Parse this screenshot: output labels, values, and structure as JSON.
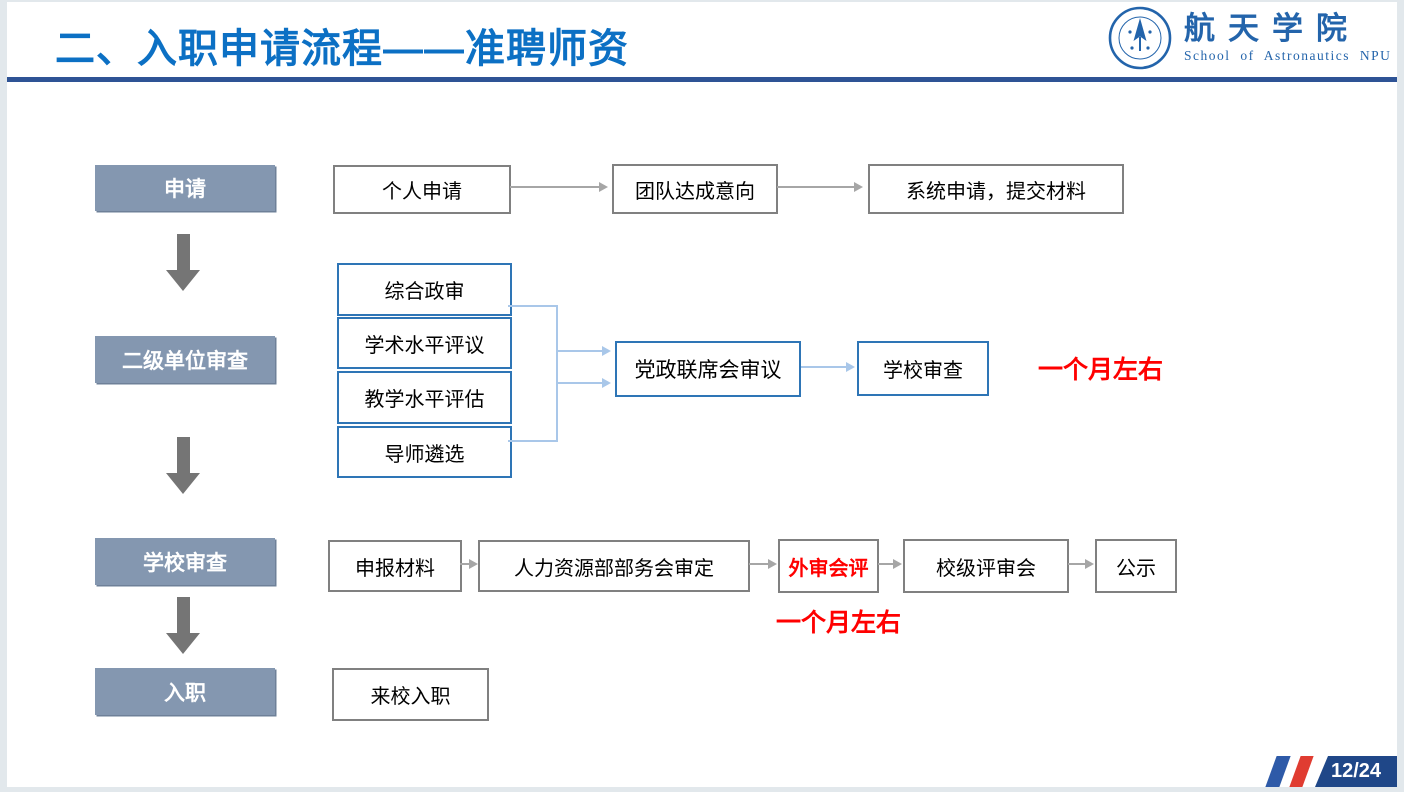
{
  "title": "二、入职申请流程——准聘师资",
  "logo": {
    "name_cn": "航天学院",
    "name_en": "School of Astronautics NPU"
  },
  "page_number": "12/24",
  "colors": {
    "title_blue": "#0C70C4",
    "rule_navy": "#2E5395",
    "stage_fill": "#8497B0",
    "flow_gray_border": "#808080",
    "flow_blue_border": "#2E75B6",
    "connector_light_blue": "#A9C7E9",
    "arrow_gray": "#A6A6A6",
    "block_arrow_gray": "#757575",
    "note_red": "#FF0000",
    "logo_blue": "#2364AB",
    "badge_navy": "#1F4788",
    "stripe_blue": "#2E5AA8",
    "stripe_red": "#E03C31"
  },
  "stages": {
    "s1": "申请",
    "s2": "二级单位审查",
    "s3": "学校审查",
    "s4": "入职"
  },
  "flow": {
    "apply": {
      "b1": "个人申请",
      "b2": "团队达成意向",
      "b3": "系统申请，提交材料"
    },
    "unit_review": {
      "checks": {
        "c1": "综合政审",
        "c2": "学术水平评议",
        "c3": "教学水平评估",
        "c4": "导师遴选"
      },
      "joint_meeting": "党政联席会审议",
      "school_review": "学校审查",
      "duration_note": "一个月左右"
    },
    "school_review": {
      "b1": "申报材料",
      "b2": "人力资源部部务会审定",
      "b3": "外审会评",
      "b4": "校级评审会",
      "b5": "公示",
      "duration_note": "一个月左右"
    },
    "onboard": {
      "b1": "来校入职"
    }
  }
}
